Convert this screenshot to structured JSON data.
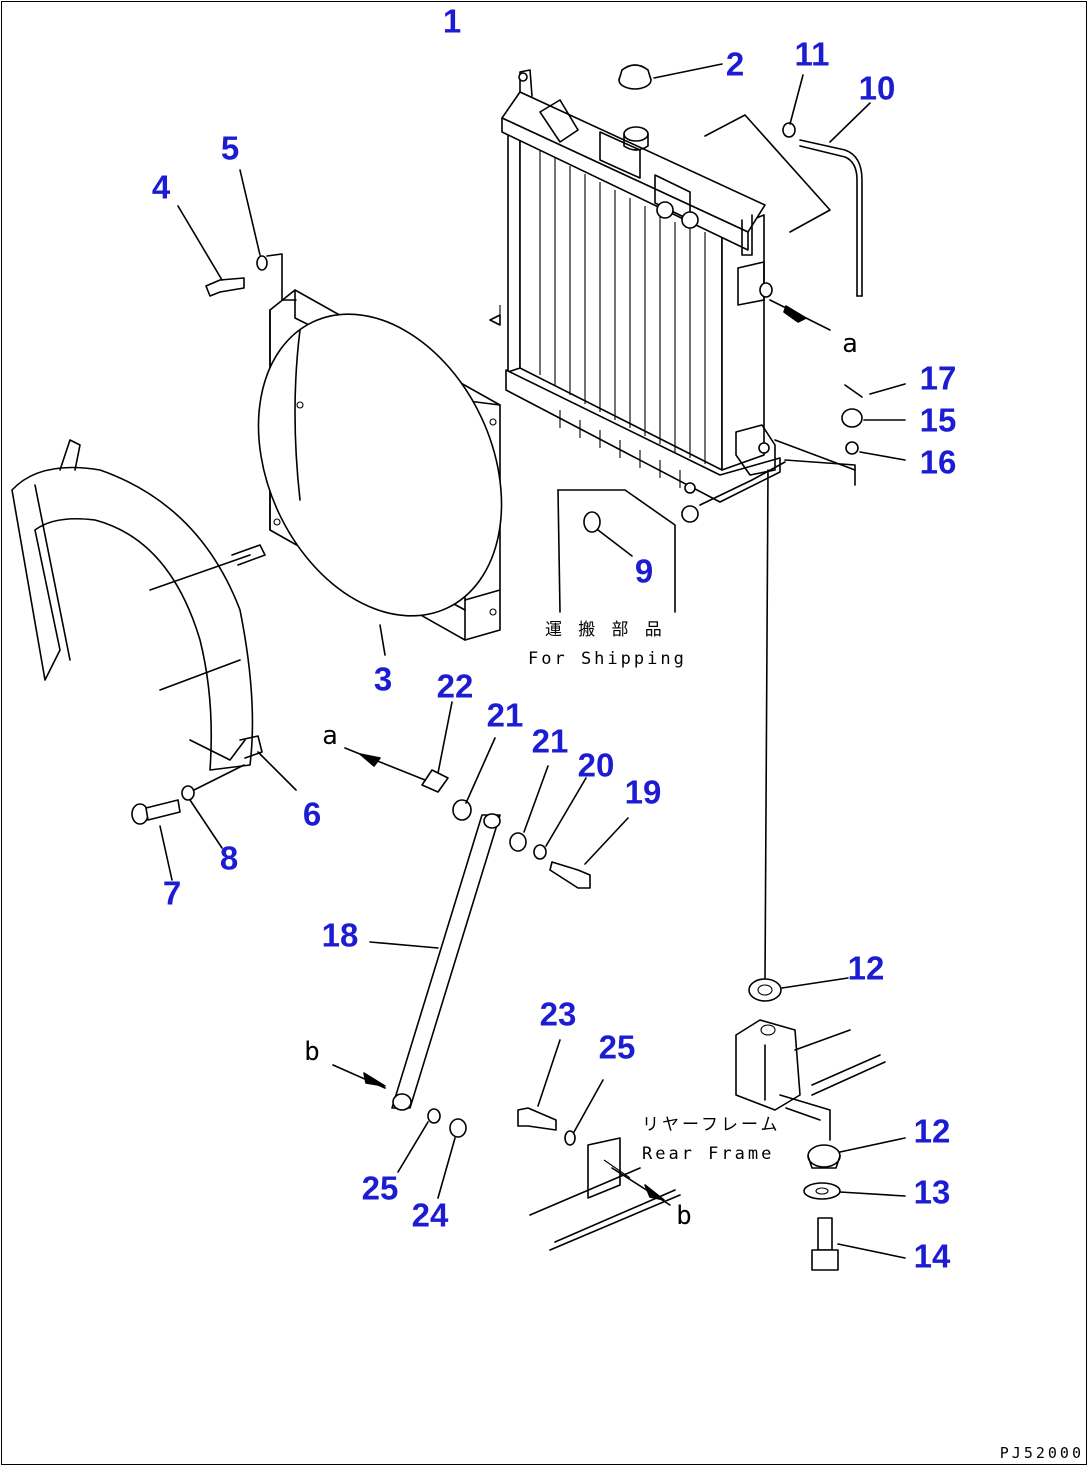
{
  "callouts": [
    {
      "id": "1",
      "label": "1"
    },
    {
      "id": "2",
      "label": "2"
    },
    {
      "id": "3",
      "label": "3"
    },
    {
      "id": "4",
      "label": "4"
    },
    {
      "id": "5",
      "label": "5"
    },
    {
      "id": "6",
      "label": "6"
    },
    {
      "id": "7",
      "label": "7"
    },
    {
      "id": "8",
      "label": "8"
    },
    {
      "id": "9",
      "label": "9"
    },
    {
      "id": "10",
      "label": "10"
    },
    {
      "id": "11",
      "label": "11"
    },
    {
      "id": "12a",
      "label": "12"
    },
    {
      "id": "12b",
      "label": "12"
    },
    {
      "id": "13",
      "label": "13"
    },
    {
      "id": "14",
      "label": "14"
    },
    {
      "id": "15",
      "label": "15"
    },
    {
      "id": "16",
      "label": "16"
    },
    {
      "id": "17",
      "label": "17"
    },
    {
      "id": "18",
      "label": "18"
    },
    {
      "id": "19",
      "label": "19"
    },
    {
      "id": "20",
      "label": "20"
    },
    {
      "id": "21a",
      "label": "21"
    },
    {
      "id": "21b",
      "label": "21"
    },
    {
      "id": "22",
      "label": "22"
    },
    {
      "id": "23",
      "label": "23"
    },
    {
      "id": "24",
      "label": "24"
    },
    {
      "id": "25a",
      "label": "25"
    },
    {
      "id": "25b",
      "label": "25"
    }
  ],
  "references": {
    "a_right": "a",
    "a_left": "a",
    "b_left": "b",
    "b_right": "b"
  },
  "notes": {
    "shipping_jp": "運 搬 部 品",
    "shipping_en": "For Shipping",
    "rear_frame_jp": "リヤーフレーム",
    "rear_frame_en": "Rear Frame"
  },
  "drawing_code": "PJ52000",
  "colors": {
    "callout": "#1c1cd2",
    "line": "#000000",
    "background": "#ffffff"
  }
}
